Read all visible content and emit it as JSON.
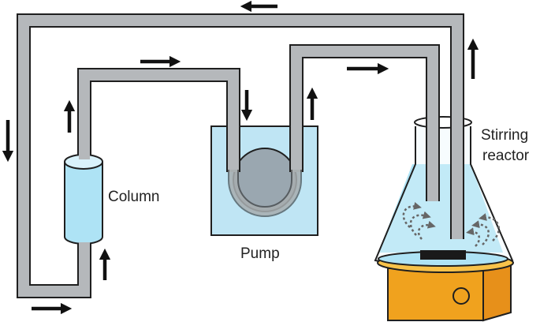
{
  "labels": {
    "column": "Column",
    "pump": "Pump",
    "reactor_line1": "Stirring",
    "reactor_line2": "reactor"
  },
  "colors": {
    "tube_fill": "#b5b8bb",
    "outline": "#1f1f1f",
    "liquid": "#aee3f5",
    "pump_body": "#bfe5f4",
    "pump_rotor": "#9aa7b0",
    "hotplate_front": "#f0a21e",
    "hotplate_top": "#f7c24a",
    "stir_bar": "#1a1a1a",
    "arrow": "#111111"
  },
  "icons": {
    "flow_arrows": "arrow-icon",
    "stirring_swirls": "swirl-icon"
  }
}
